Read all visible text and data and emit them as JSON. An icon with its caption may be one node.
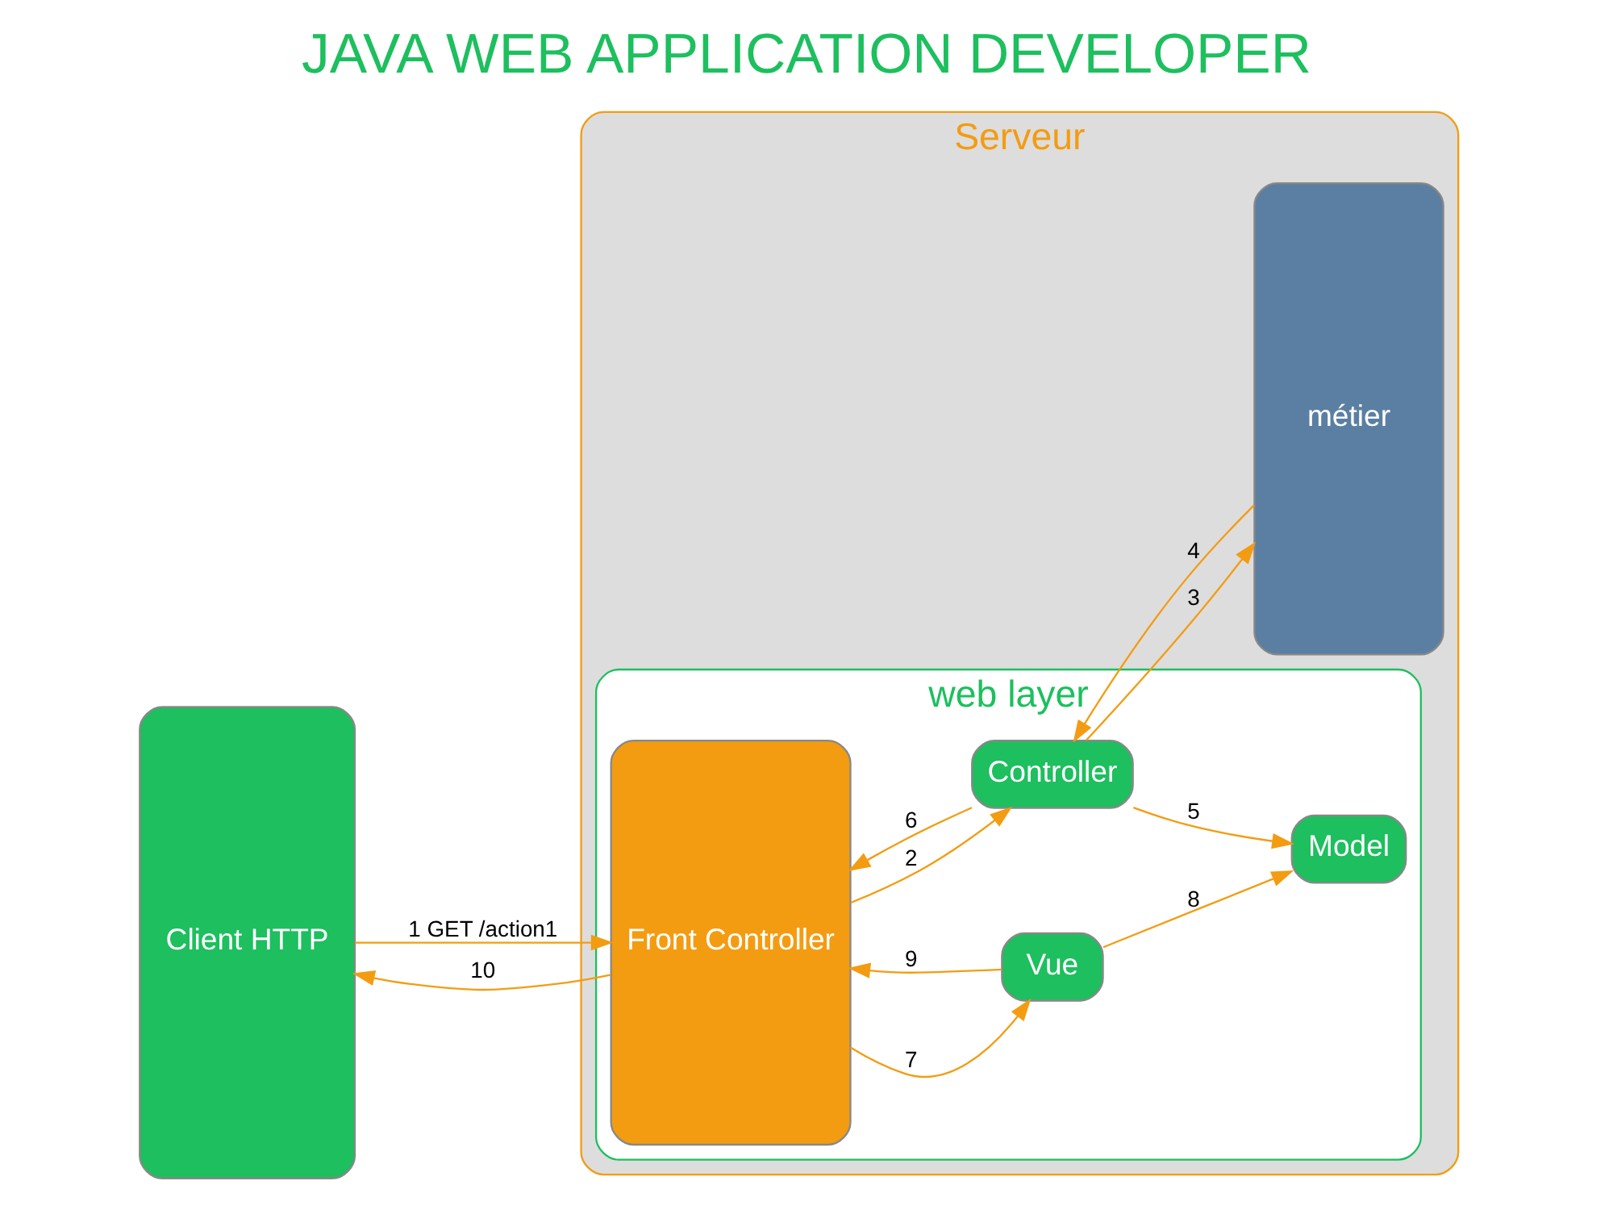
{
  "diagram": {
    "title": "JAVA WEB APPLICATION DEVELOPER",
    "nodes": [
      {
        "text": [
          "Client HTTP"
        ]
      },
      {
        "text": [
          "Serveur"
        ]
      },
      {
        "text": [
          "web layer"
        ],
        "in": 1
      },
      {
        "text": [
          "Front Controller"
        ],
        "in": 2
      },
      {
        "text": [
          "Controller"
        ],
        "in": 2
      },
      {
        "text": [
          "Model"
        ],
        "in": 2
      },
      {
        "text": [
          "Vue"
        ],
        "in": 2
      },
      {
        "text": [
          "métier"
        ],
        "in": 1
      }
    ],
    "edges": [
      {
        "from": 0,
        "to": 3,
        "arrow": "to",
        "label": "1 GET /action1"
      },
      {
        "from": 3,
        "to": 4,
        "arrow": "to",
        "label": "2"
      },
      {
        "from": 4,
        "to": 7,
        "arrow": "to",
        "label": "3"
      },
      {
        "from": 7,
        "to": 4,
        "arrow": "to",
        "label": "4"
      },
      {
        "from": 4,
        "to": 5,
        "arrow": "to",
        "label": "5"
      },
      {
        "from": 4,
        "to": 3,
        "arrow": "to",
        "label": "6"
      },
      {
        "from": 3,
        "to": 6,
        "arrow": "to",
        "label": "7"
      },
      {
        "from": 6,
        "to": 5,
        "arrow": "to",
        "label": "8"
      },
      {
        "from": 6,
        "to": 3,
        "arrow": "to",
        "label": "9"
      },
      {
        "from": 3,
        "to": 0,
        "arrow": "to",
        "label": "10"
      }
    ]
  }
}
